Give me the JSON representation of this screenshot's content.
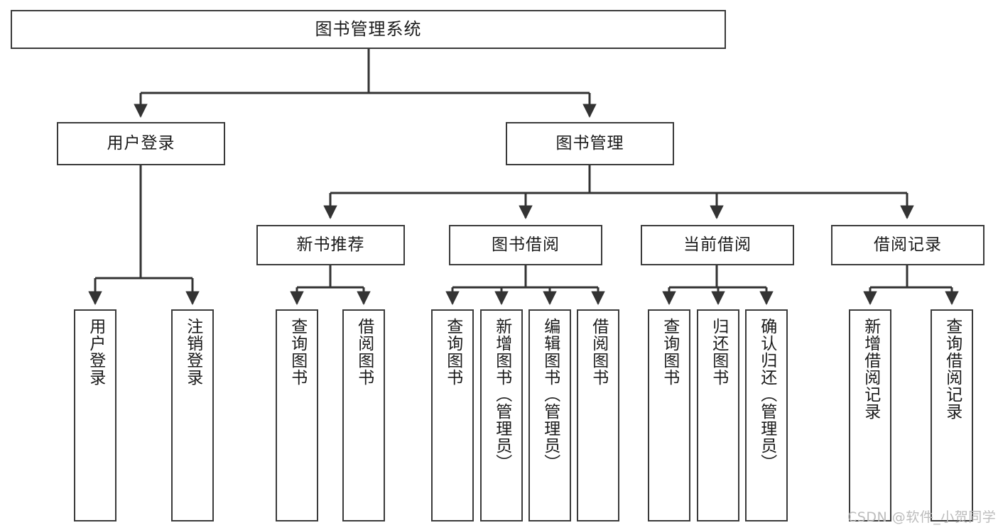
{
  "diagram": {
    "type": "tree",
    "title": "图书管理系统",
    "watermark": "CSDN @软件_小贺同学",
    "colors": {
      "box_border": "#3a3a3a",
      "box_fill": "#ffffff",
      "connector": "#333333",
      "text": "#1a1a1a",
      "watermark": "#b9b9b9"
    },
    "nodes": {
      "root": {
        "label": "图书管理系统"
      },
      "level1": [
        {
          "id": "user-login",
          "label": "用户登录"
        },
        {
          "id": "book-manage",
          "label": "图书管理"
        }
      ],
      "level2": [
        {
          "id": "new-book-rec",
          "label": "新书推荐"
        },
        {
          "id": "book-borrow",
          "label": "图书借阅"
        },
        {
          "id": "current-borrow",
          "label": "当前借阅"
        },
        {
          "id": "borrow-record",
          "label": "借阅记录"
        }
      ],
      "leaves": {
        "user_login": [
          {
            "id": "leaf-user-login",
            "label": "用户登录"
          },
          {
            "id": "leaf-user-logout",
            "label": "注销登录"
          }
        ],
        "new_book_rec": [
          {
            "id": "leaf-query-book-1",
            "label": "查询图书"
          },
          {
            "id": "leaf-borrow-book-1",
            "label": "借阅图书"
          }
        ],
        "book_borrow": [
          {
            "id": "leaf-query-book-2",
            "label": "查询图书"
          },
          {
            "id": "leaf-add-book",
            "label": "新增图书（管理员）"
          },
          {
            "id": "leaf-edit-book",
            "label": "编辑图书（管理员）"
          },
          {
            "id": "leaf-borrow-book-2",
            "label": "借阅图书"
          }
        ],
        "current_borrow": [
          {
            "id": "leaf-query-book-3",
            "label": "查询图书"
          },
          {
            "id": "leaf-return-book",
            "label": "归还图书"
          },
          {
            "id": "leaf-confirm-return",
            "label": "确认归还（管理员）"
          }
        ],
        "borrow_record": [
          {
            "id": "leaf-add-record",
            "label": "新增借阅记录"
          },
          {
            "id": "leaf-query-record",
            "label": "查询借阅记录"
          }
        ]
      }
    }
  }
}
